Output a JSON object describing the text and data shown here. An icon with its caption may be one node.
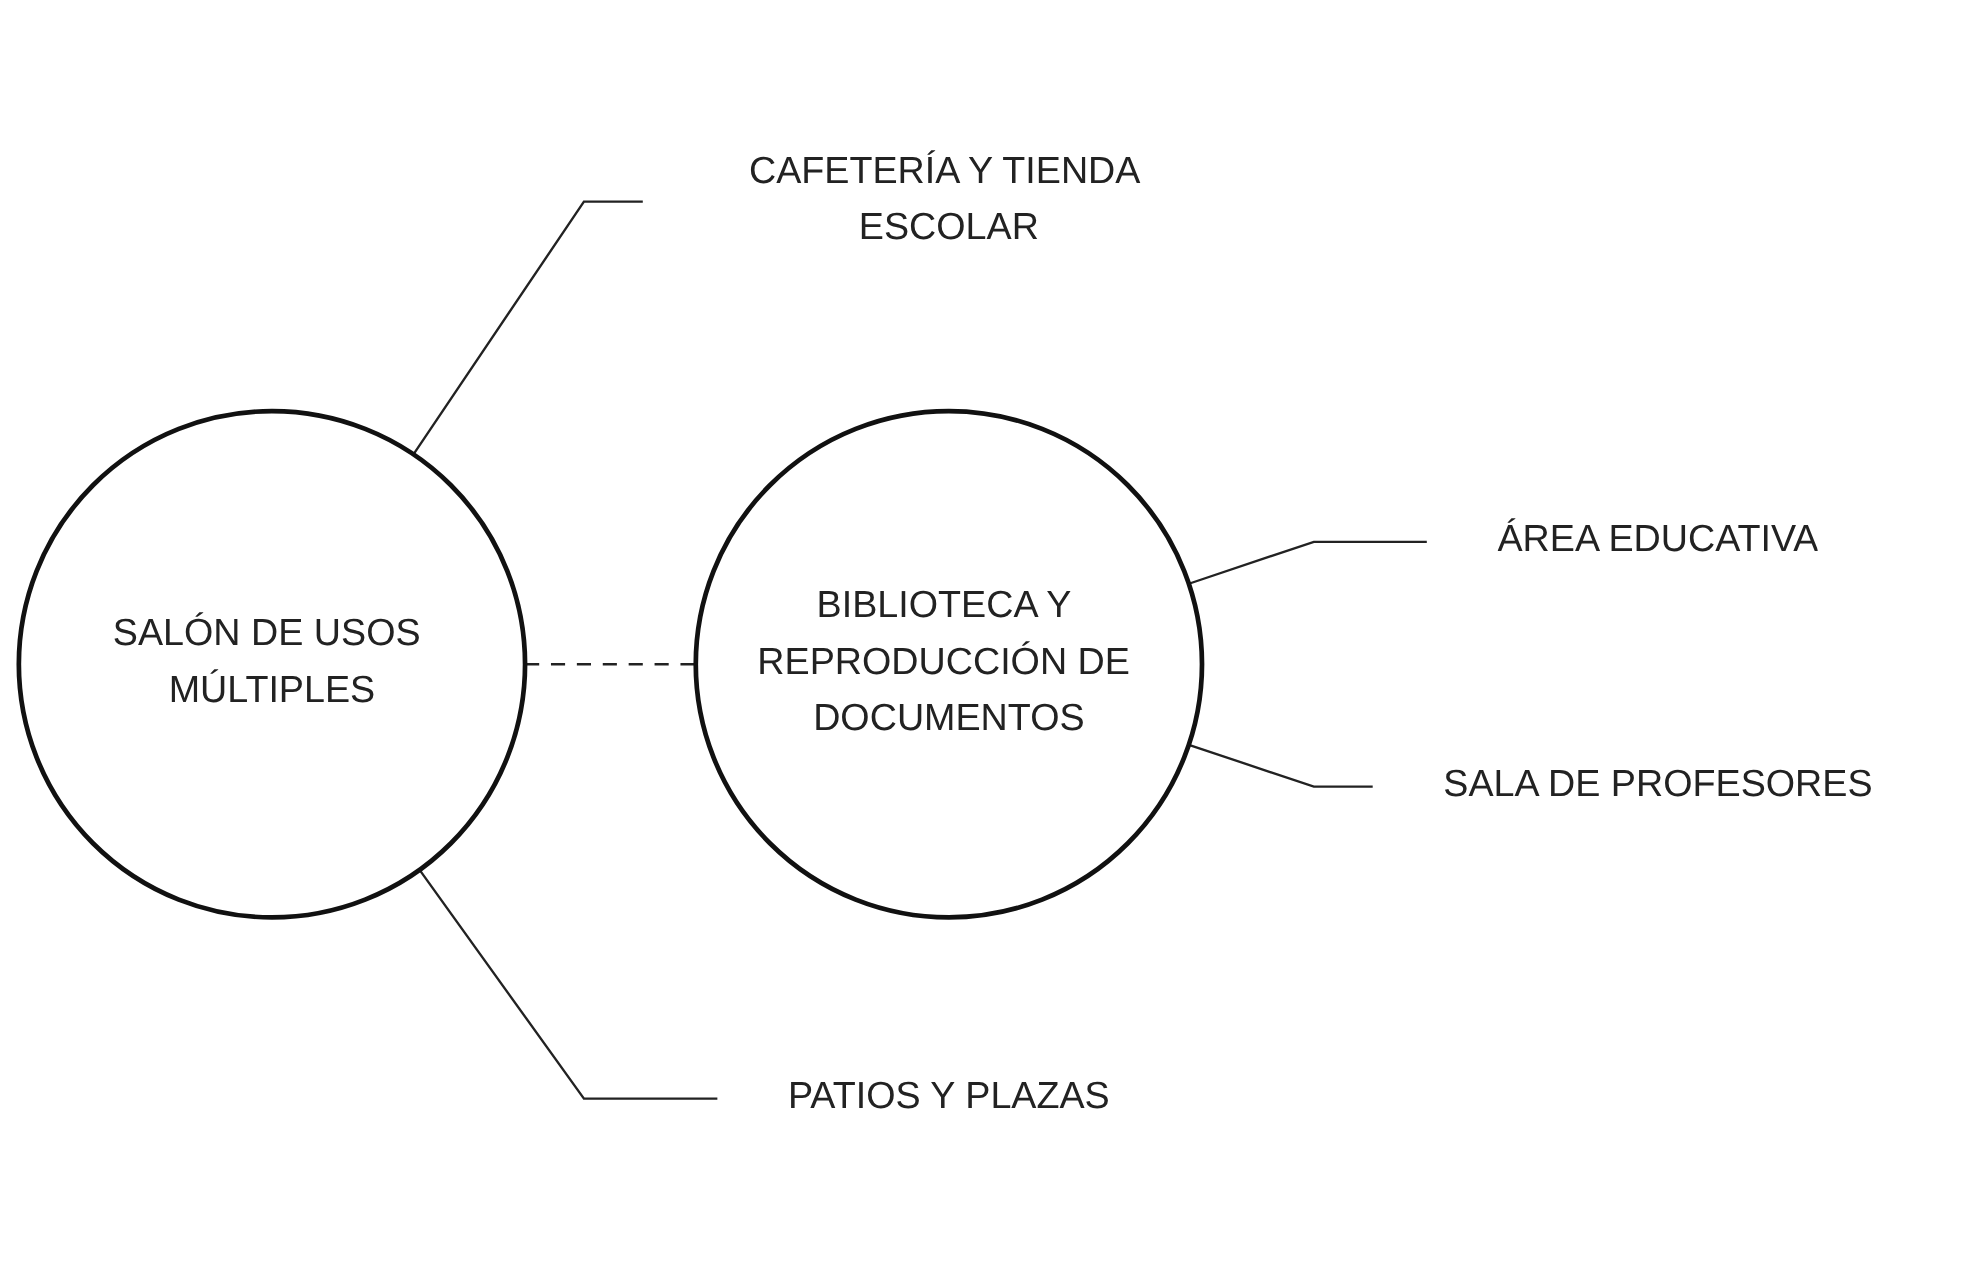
{
  "diagram": {
    "nodes": [
      {
        "text": [
          "CAFETERÍA Y TIENDA ESCOLAR"
        ]
      },
      {
        "text": [
          "ÁREA EDUCATIVA"
        ]
      },
      {
        "text": [
          "SALA DE PROFESORES"
        ]
      },
      {
        "text": [
          "SALÓN DE USOS MÚLTIPLES"
        ]
      },
      {
        "text": [
          "BIBLIOTECA Y REPRODUCCIÓN DE DOCUMENTOS"
        ]
      },
      {
        "text": [
          "PATIOS Y PLAZAS"
        ]
      }
    ],
    "edges": [
      {
        "from": 3,
        "to": 0,
        "arrow": "none"
      },
      {
        "from": 4,
        "to": 1,
        "arrow": "none"
      },
      {
        "from": 4,
        "to": 2,
        "arrow": "none"
      },
      {
        "from": 3,
        "to": 4,
        "arrow": "none",
        "style": "dashed"
      },
      {
        "from": 3,
        "to": 5,
        "arrow": "none"
      }
    ]
  }
}
